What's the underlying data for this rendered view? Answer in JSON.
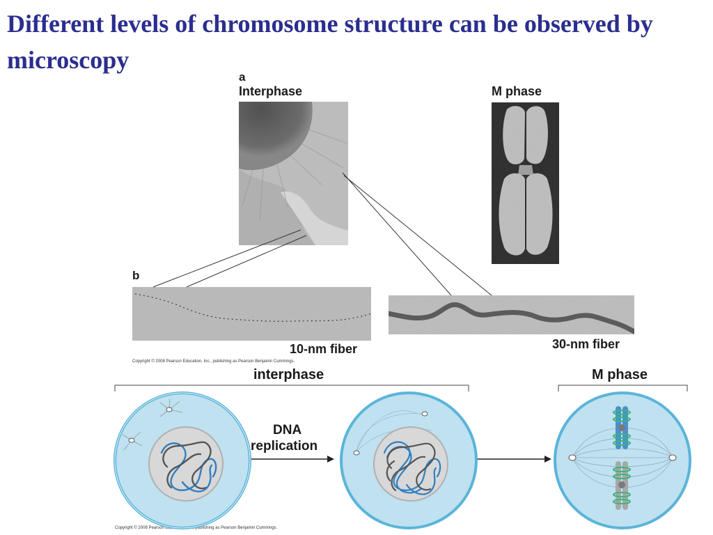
{
  "slide": {
    "title": "Different levels of chromosome structure can be observed by microscopy"
  },
  "figure_top": {
    "panel_a_letter": "a",
    "interphase_label": "Interphase",
    "m_phase_label": "M phase",
    "panel_b_letter": "b",
    "fiber_10nm_label": "10-nm fiber",
    "fiber_30nm_label": "30-nm fiber",
    "copyright": "Copyright © 2008 Pearson Education, Inc., publishing as Pearson Benjamin Cummings."
  },
  "figure_bottom": {
    "interphase_label": "interphase",
    "m_phase_label": "M phase",
    "arrow_label_line1": "DNA",
    "arrow_label_line2": "replication",
    "copyright": "Copyright © 2008 Pearson Education, Inc., publishing as Pearson Benjamin Cummings."
  },
  "colors": {
    "title": "#2b2e8f",
    "cell_fill": "#bfe1f0",
    "cell_border": "#5bb4d9",
    "nucleus_fill": "#d8d8d8",
    "dna_blue": "#2f7fc1",
    "dna_gray": "#555555",
    "chromatid_blue": "#4a8fd0",
    "chromatid_gray": "#a8a8a8",
    "cohesin_green": "#3fb37a"
  }
}
